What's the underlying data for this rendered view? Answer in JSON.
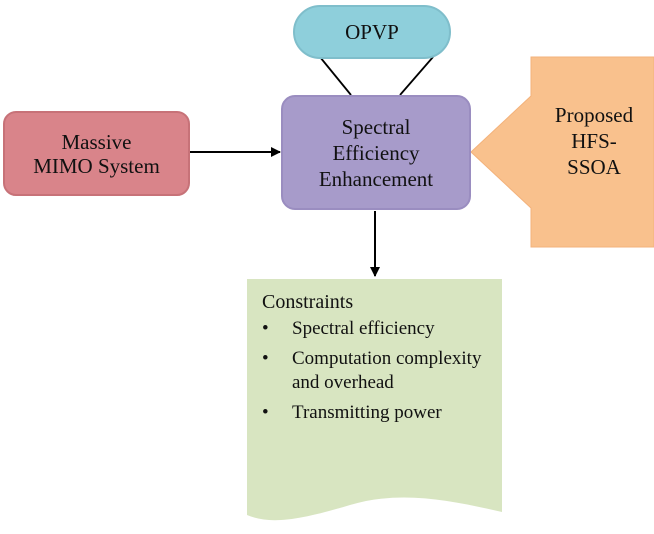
{
  "nodes": {
    "opvp": "OPVP",
    "massive": "Massive\nMIMO System",
    "spectral": "Spectral\nEfficiency\nEnhancement",
    "proposed": "Proposed\nHFS-\nSSOA"
  },
  "constraints": {
    "title": "Constraints",
    "bullet": "•",
    "items": [
      "Spectral efficiency",
      "Computation complexity and overhead",
      "Transmitting power"
    ]
  },
  "colors": {
    "opvp_fill": "#8ecfdb",
    "massive_fill": "#d9848a",
    "spectral_fill": "#a79bca",
    "proposed_fill": "#f9c18d",
    "constraints_fill": "#d8e5c1"
  }
}
